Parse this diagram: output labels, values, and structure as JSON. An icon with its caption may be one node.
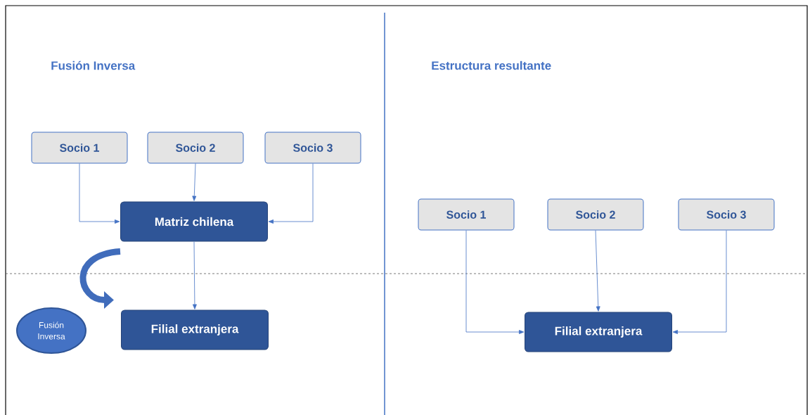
{
  "diagram": {
    "nodes": [
      {
        "text": [
          "Socio 1"
        ]
      },
      {
        "text": [
          "Socio 2"
        ]
      },
      {
        "text": [
          "Socio 3"
        ]
      },
      {
        "text": [
          "Matriz chilena"
        ]
      },
      {
        "text": [
          "Filial extranjera"
        ]
      },
      {
        "text": [
          "Fusión Inversa"
        ]
      },
      {
        "text": [
          "Socio 1"
        ]
      },
      {
        "text": [
          "Socio 2"
        ]
      },
      {
        "text": [
          "Socio 3"
        ]
      },
      {
        "text": [
          "Filial extranjera"
        ]
      }
    ],
    "edges": [
      {
        "from": 0,
        "to": 3,
        "arrow": "to"
      },
      {
        "from": 1,
        "to": 3,
        "arrow": "to"
      },
      {
        "from": 2,
        "to": 3,
        "arrow": "to"
      },
      {
        "from": 3,
        "to": 4,
        "arrow": "to"
      },
      {
        "from": 3,
        "to": 4,
        "arrow": "to",
        "style": "thick"
      },
      {
        "from": 6,
        "to": 9,
        "arrow": "to"
      },
      {
        "from": 7,
        "to": 9,
        "arrow": "to"
      },
      {
        "from": 8,
        "to": 9,
        "arrow": "to"
      }
    ],
    "labels": [
      "Fusión Inversa",
      "Estructura resultante"
    ]
  }
}
